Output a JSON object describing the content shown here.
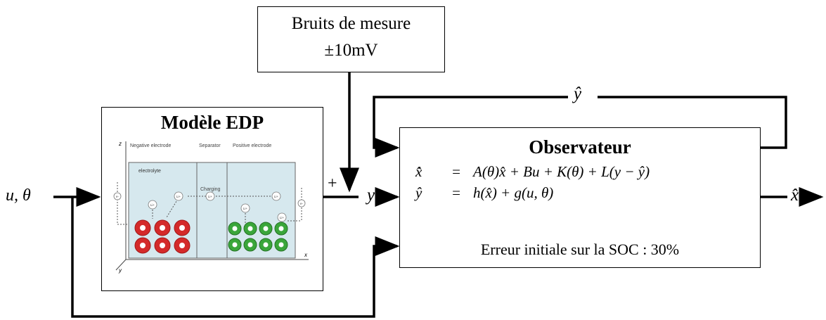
{
  "noise_box": {
    "line1": "Bruits de mesure",
    "line2": "±10mV"
  },
  "model_box": {
    "title": "Modèle EDP"
  },
  "battery_figure": {
    "axis_z": "z",
    "axis_x": "x",
    "axis_y": "y",
    "neg_electrode": "Negative electrode",
    "separator": "Separator",
    "pos_electrode": "Positive electrode",
    "electrolyte": "electrolyte",
    "charging": "Charging",
    "ion": "Li+",
    "electron": "e-",
    "colors": {
      "negative_particles": "#d42a2a",
      "positive_particles": "#3aa63a",
      "fill": "#d6e8ee"
    }
  },
  "observer_box": {
    "title": "Observateur",
    "eq1_lhs": "x̂̇",
    "eq1_eq": "=",
    "eq1_rhs": "A(θ)x̂ + Bu + K(θ) + L(y − ŷ)",
    "eq2_lhs": "ŷ",
    "eq2_eq": "=",
    "eq2_rhs": "h(x̂) + g(u, θ)",
    "note": "Erreur initiale sur la SOC : 30%"
  },
  "signals": {
    "input": "u, θ",
    "plus": "+",
    "y": "y",
    "y_hat": "ŷ",
    "x_hat": "x̂"
  }
}
